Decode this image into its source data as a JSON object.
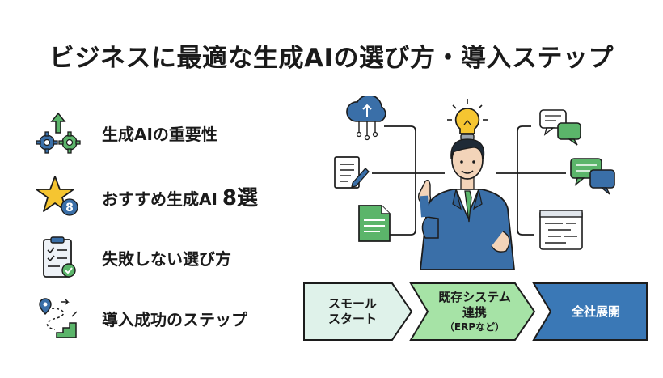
{
  "title": "ビジネスに最適な生成AIの選び方・導入ステップ",
  "list": [
    {
      "label": "生成AIの重要性",
      "icon": "gears-arrow-up-icon"
    },
    {
      "label": "おすすめ生成AI",
      "suffix": "8選",
      "icon": "star-eight-icon"
    },
    {
      "label": "失敗しない選び方",
      "icon": "checklist-clipboard-icon"
    },
    {
      "label": "導入成功のステップ",
      "icon": "route-stairs-icon"
    }
  ],
  "steps": [
    {
      "line1": "スモール",
      "line2": "スタート",
      "sub": ""
    },
    {
      "line1": "既存システム",
      "line2": "連携",
      "sub": "（ERPなど）"
    },
    {
      "line1": "全社展開",
      "line2": "",
      "sub": ""
    }
  ],
  "colors": {
    "step1": "#dff2ea",
    "step2": "#a6e3a6",
    "step3": "#3a78b6",
    "accent_blue": "#2f6aa6",
    "accent_green": "#5bb56a",
    "bulb_yellow": "#f5c531"
  }
}
